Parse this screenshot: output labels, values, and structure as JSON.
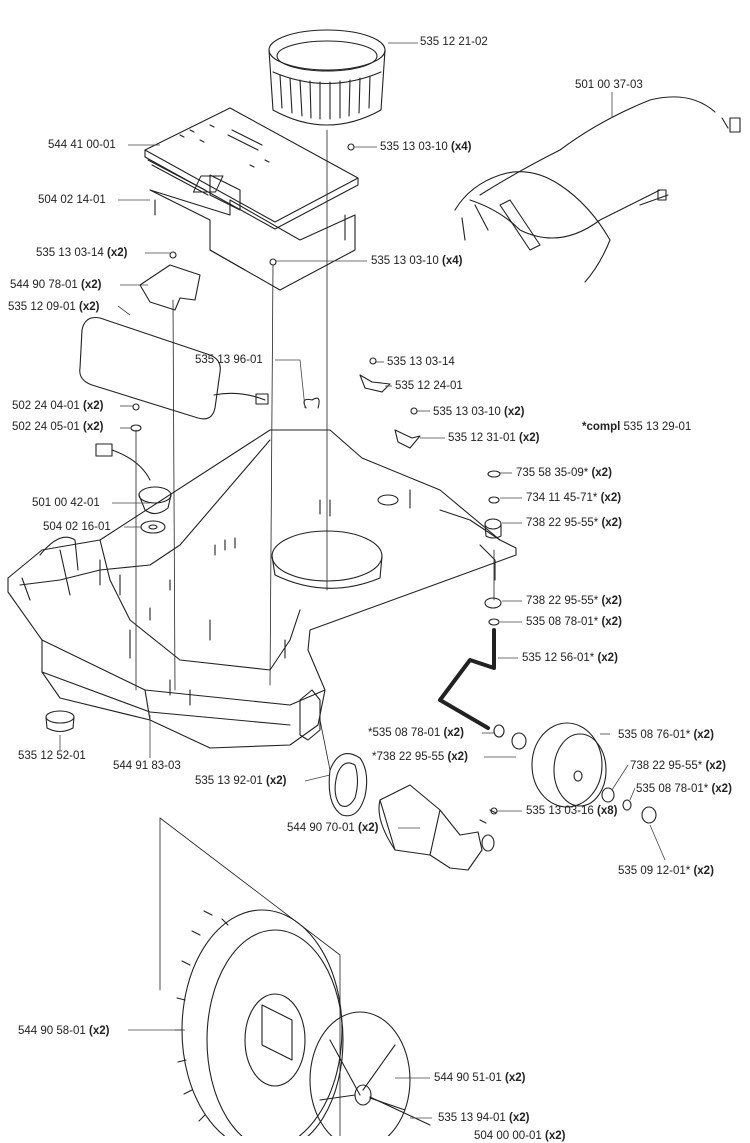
{
  "diagram": {
    "note": {
      "prefix": "*compl",
      "number": "535 13 29-01"
    },
    "parts": [
      {
        "id": "p01",
        "number": "535 12 21-02",
        "qty": ""
      },
      {
        "id": "p02",
        "number": "501 00 37-03",
        "qty": ""
      },
      {
        "id": "p03",
        "number": "544 41 00-01",
        "qty": ""
      },
      {
        "id": "p04",
        "number": "535 13 03-10",
        "qty": "(x4)"
      },
      {
        "id": "p05",
        "number": "504 02 14-01",
        "qty": ""
      },
      {
        "id": "p06",
        "number": "535 13 03-14",
        "qty": "(x2)"
      },
      {
        "id": "p07",
        "number": "535 13 03-10",
        "qty": "(x4)"
      },
      {
        "id": "p08",
        "number": "544 90 78-01",
        "qty": "(x2)"
      },
      {
        "id": "p09",
        "number": "535 12 09-01",
        "qty": "(x2)"
      },
      {
        "id": "p10",
        "number": "535 13 96-01",
        "qty": ""
      },
      {
        "id": "p11",
        "number": "535 13 03-14",
        "qty": ""
      },
      {
        "id": "p12",
        "number": "535 12 24-01",
        "qty": ""
      },
      {
        "id": "p13",
        "number": "502 24 04-01",
        "qty": "(x2)"
      },
      {
        "id": "p14",
        "number": "535 13 03-10",
        "qty": "(x2)"
      },
      {
        "id": "p15",
        "number": "502 24 05-01",
        "qty": "(x2)"
      },
      {
        "id": "p16",
        "number": "535 12 31-01",
        "qty": "(x2)"
      },
      {
        "id": "p17",
        "number": "735 58 35-09*",
        "qty": "(x2)"
      },
      {
        "id": "p18",
        "number": "734 11 45-71*",
        "qty": "(x2)"
      },
      {
        "id": "p19",
        "number": "501 00 42-01",
        "qty": ""
      },
      {
        "id": "p20",
        "number": "738 22 95-55*",
        "qty": "(x2)"
      },
      {
        "id": "p21",
        "number": "504 02 16-01",
        "qty": ""
      },
      {
        "id": "p22",
        "number": "738 22 95-55*",
        "qty": "(x2)"
      },
      {
        "id": "p23",
        "number": "535 08 78-01*",
        "qty": "(x2)"
      },
      {
        "id": "p24",
        "number": "535 12 56-01*",
        "qty": "(x2)"
      },
      {
        "id": "p25",
        "number": "*535 08 78-01",
        "qty": "(x2)"
      },
      {
        "id": "p26",
        "number": "535 08 76-01*",
        "qty": "(x2)"
      },
      {
        "id": "p27",
        "number": "535 12 52-01",
        "qty": ""
      },
      {
        "id": "p28",
        "number": "544 91 83-03",
        "qty": ""
      },
      {
        "id": "p29",
        "number": "*738 22 95-55",
        "qty": "(x2)"
      },
      {
        "id": "p30",
        "number": "738 22 95-55*",
        "qty": "(x2)"
      },
      {
        "id": "p31",
        "number": "535 13 92-01",
        "qty": "(x2)"
      },
      {
        "id": "p32",
        "number": "535 08 78-01*",
        "qty": "(x2)"
      },
      {
        "id": "p33",
        "number": "535 13 03-16",
        "qty": "(x8)"
      },
      {
        "id": "p34",
        "number": "544 90 70-01",
        "qty": "(x2)"
      },
      {
        "id": "p35",
        "number": "535 09 12-01*",
        "qty": "(x2)"
      },
      {
        "id": "p36",
        "number": "544 90 58-01",
        "qty": "(x2)"
      },
      {
        "id": "p37",
        "number": "544 90 51-01",
        "qty": "(x2)"
      },
      {
        "id": "p38",
        "number": "535 13 94-01",
        "qty": "(x2)"
      },
      {
        "id": "p39",
        "number": "504 00 00-01",
        "qty": "(x2)"
      }
    ]
  }
}
